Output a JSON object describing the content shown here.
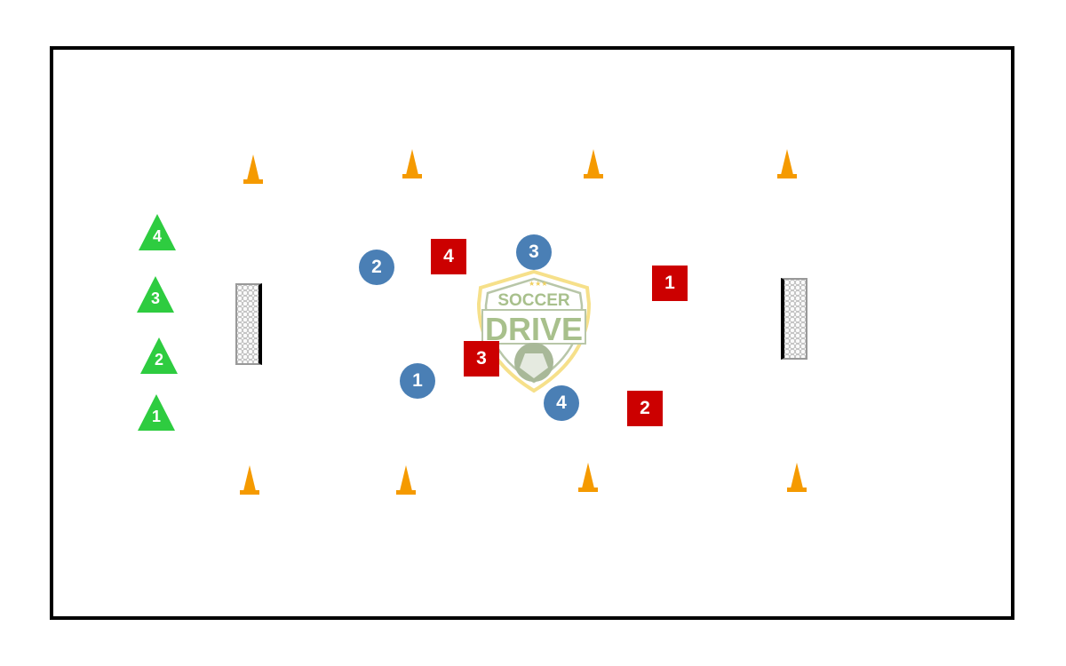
{
  "colors": {
    "field_border": "#000000",
    "cone": "#f59a00",
    "green_team": "#2ecc40",
    "blue_team": "#4a7fb5",
    "red_team": "#cc0000",
    "logo_green": "#a8c08c",
    "logo_gold": "#f6e08a"
  },
  "logo": {
    "line1": "SOCCER",
    "line2": "DRIVE"
  },
  "green_players": [
    {
      "label": "4"
    },
    {
      "label": "3"
    },
    {
      "label": "2"
    },
    {
      "label": "1"
    }
  ],
  "blue_players": [
    {
      "label": "2"
    },
    {
      "label": "3"
    },
    {
      "label": "1"
    },
    {
      "label": "4"
    }
  ],
  "red_players": [
    {
      "label": "4"
    },
    {
      "label": "1"
    },
    {
      "label": "3"
    },
    {
      "label": "2"
    }
  ]
}
